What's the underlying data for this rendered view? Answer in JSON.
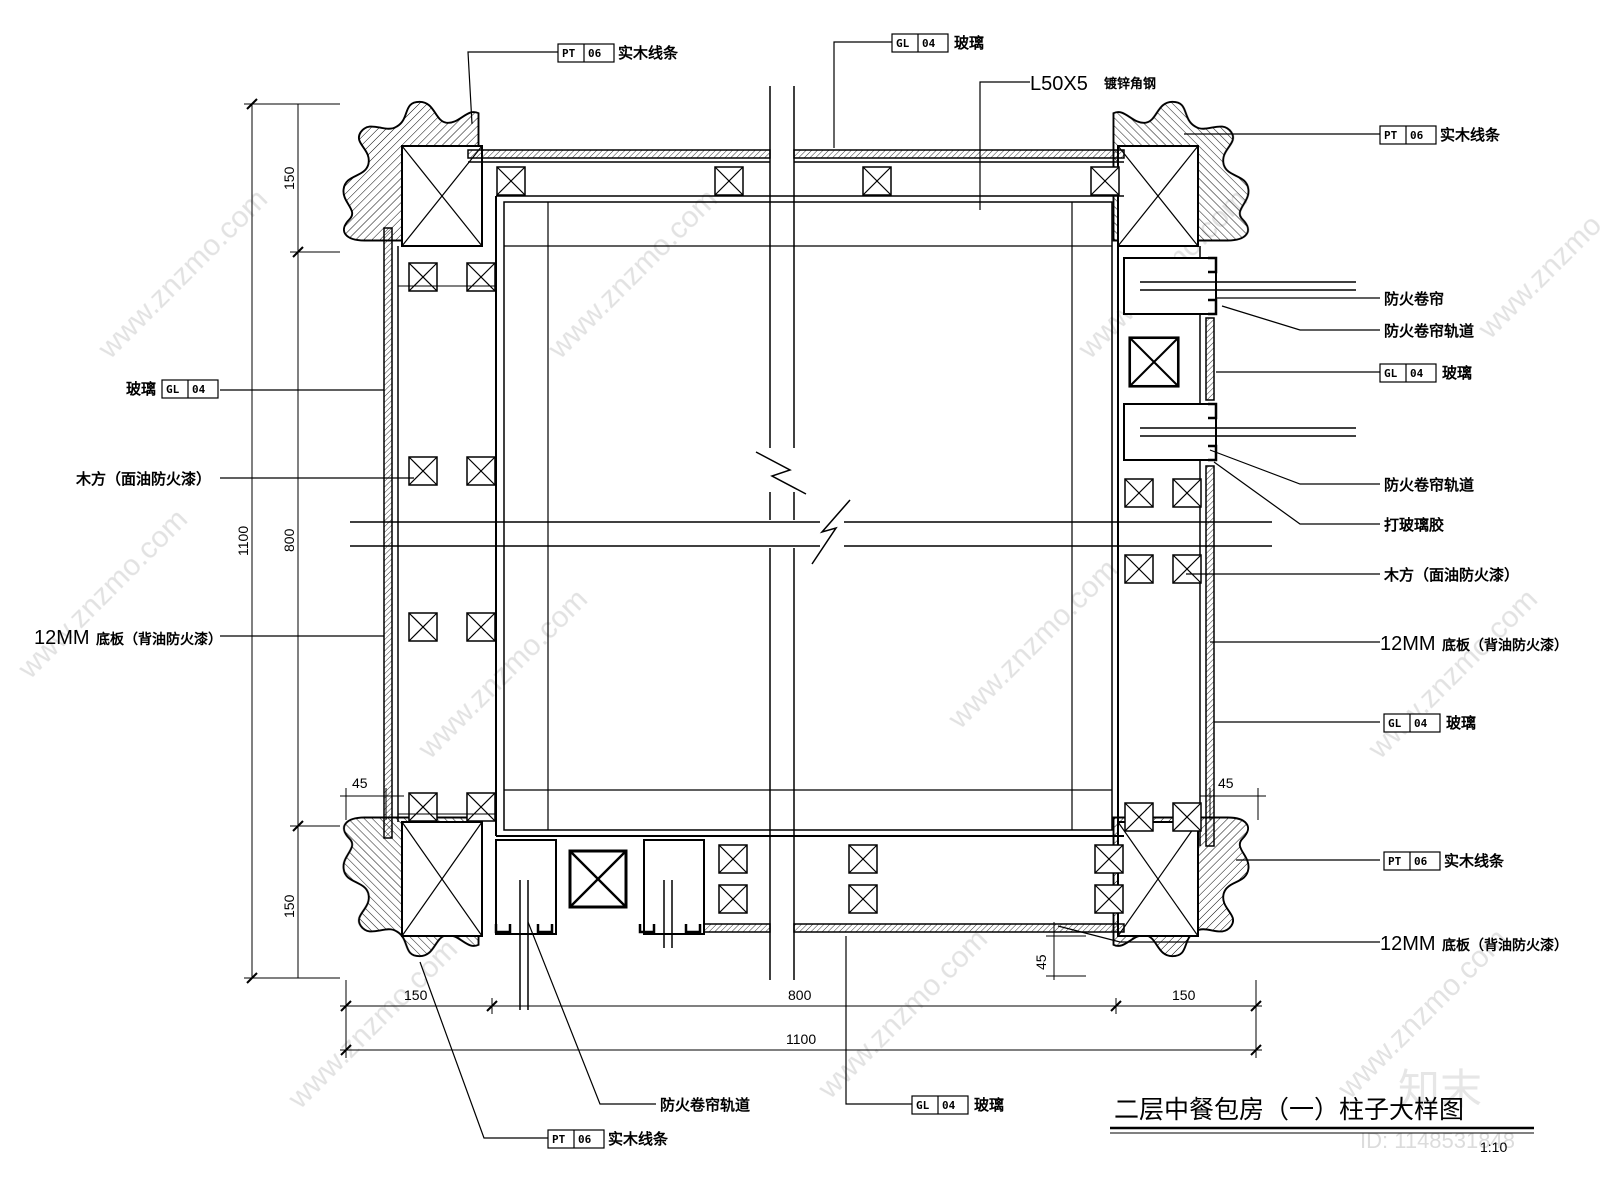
{
  "title": "二层中餐包房（一）柱子大样图",
  "scale": "1:10",
  "callouts": {
    "top_left_wood": {
      "code_a": "PT",
      "code_b": "06",
      "text": "实木线条"
    },
    "top_glass": {
      "code_a": "GL",
      "code_b": "04",
      "text": "玻璃"
    },
    "top_steel": {
      "text": "L50X5",
      "sub": "镀锌角钢"
    },
    "top_right_wood": {
      "code_a": "PT",
      "code_b": "06",
      "text": "实木线条"
    },
    "fire_curtain": {
      "text": "防火卷帘"
    },
    "fire_track_1": {
      "text": "防火卷帘轨道"
    },
    "right_glass_1": {
      "code_a": "GL",
      "code_b": "04",
      "text": "玻璃"
    },
    "fire_track_2": {
      "text": "防火卷帘轨道"
    },
    "glass_glue": {
      "text": "打玻璃胶"
    },
    "right_wood": {
      "text": "木方（面油防火漆）"
    },
    "right_board_1": {
      "text": "12MM",
      "sub": "底板（背油防火漆）"
    },
    "right_glass_2": {
      "code_a": "GL",
      "code_b": "04",
      "text": "玻璃"
    },
    "right_wood_strip": {
      "code_a": "PT",
      "code_b": "06",
      "text": "实木线条"
    },
    "right_board_2": {
      "text": "12MM",
      "sub": "底板（背油防火漆）"
    },
    "left_glass": {
      "code_a": "GL",
      "code_b": "04",
      "text": "玻璃"
    },
    "left_wood": {
      "text": "木方（面油防火漆）"
    },
    "left_board": {
      "text": "12MM",
      "sub": "底板（背油防火漆）"
    },
    "bottom_track": {
      "text": "防火卷帘轨道"
    },
    "bottom_glass": {
      "code_a": "GL",
      "code_b": "04",
      "text": "玻璃"
    },
    "bottom_wood": {
      "code_a": "PT",
      "code_b": "06",
      "text": "实木线条"
    }
  },
  "dimensions": {
    "left_top": "150",
    "left_mid": "800",
    "left_total": "1100",
    "left_bottom": "150",
    "left_gap": "45",
    "right_gap": "45",
    "bottom_gap": "45",
    "bottom_left": "150",
    "bottom_mid": "800",
    "bottom_right": "150",
    "bottom_total": "1100"
  },
  "watermark": {
    "site": "www.znzmo.com",
    "brand": "知末网",
    "logo": "知末",
    "id": "ID: 1148531848"
  }
}
